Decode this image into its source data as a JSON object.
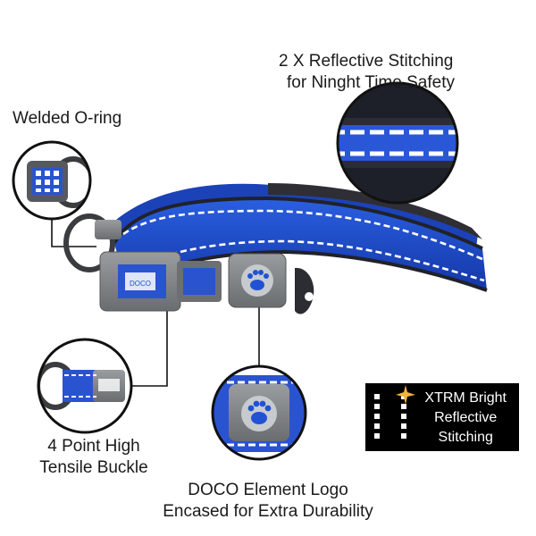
{
  "labels": {
    "reflective_line1": "2 X Reflective Stitching",
    "reflective_line2": "for Ninght Time Safety",
    "oring": "Welded O-ring",
    "buckle_line1": "4 Point High",
    "buckle_line2": "Tensile Buckle",
    "logo_line1": "DOCO Element Logo",
    "logo_line2": "Encased  for Extra Durability"
  },
  "badge": {
    "line1": "XTRM Bright",
    "line2": "Reflective",
    "line3": "Stitching"
  },
  "buckle_brand": "DOCO",
  "colors": {
    "collar_blue": "#1e4fd0",
    "padding_blue": "#2146c4",
    "buckle_gray": "#7f8285",
    "reflective_white": "#ffffff",
    "callout_line": "#111111"
  },
  "icons": [
    "paw-print-icon",
    "sparkle-icon",
    "o-ring-icon"
  ]
}
